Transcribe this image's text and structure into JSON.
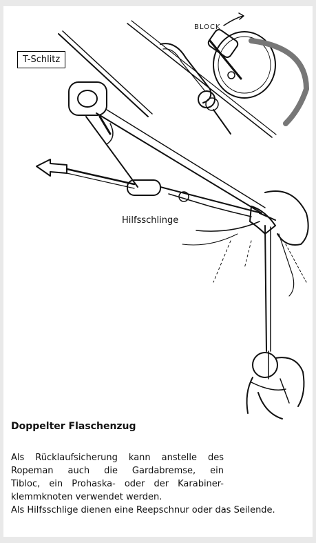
{
  "illustration": {
    "block_label": "BLOCK",
    "label_t_schlitz": "T-Schlitz",
    "label_hilfsschlinge": "Hilfsschlinge"
  },
  "caption": {
    "title": "Doppelter Flaschenzug",
    "lines": [
      "Als Rücklaufsicherung kann anstelle des",
      "Ropeman auch die Gardabremse, ein",
      "Tibloc, ein Prohaska- oder der Karabiner-",
      "klemmknoten verwendet werden.",
      "Als Hilfsschlige dienen eine Reepschnur oder das Seilende."
    ]
  }
}
